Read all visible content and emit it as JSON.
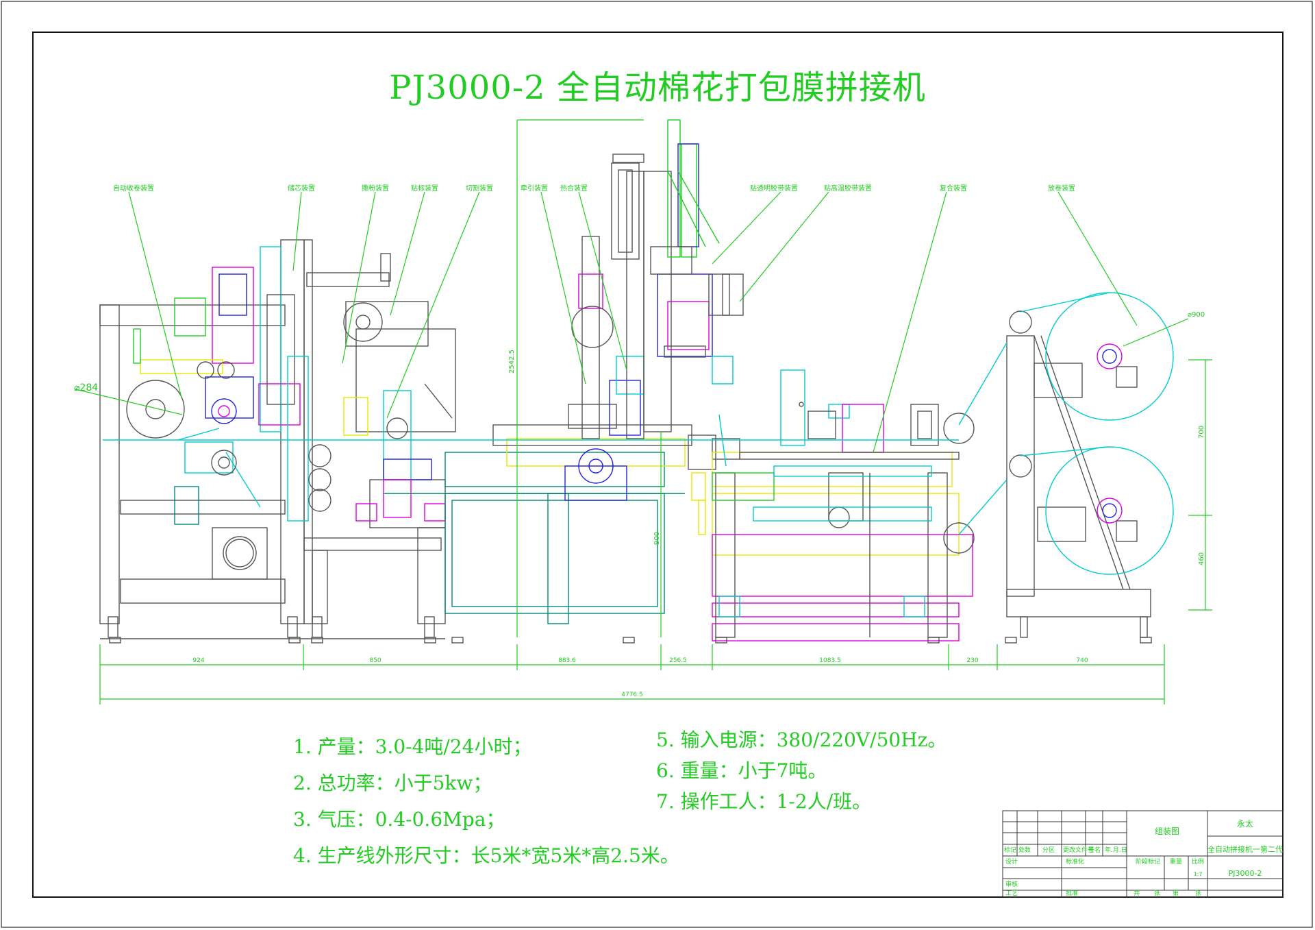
{
  "title": "PJ3000-2 全自动棉花打包膜拼接机",
  "callouts": {
    "c1": "自动收卷装置",
    "c2": "储芯装置",
    "c3": "撒粉装置",
    "c4": "贴标装置",
    "c5": "切割装置",
    "c6": "牵引装置",
    "c7": "热合装置",
    "c8": "贴透明胶带装置",
    "c9": "贴高温胶带装置",
    "c10": "复合装置",
    "c11": "放卷装置"
  },
  "dimensions": {
    "d_284": "⌀284",
    "d_900": "⌀900",
    "d_2542": "2542.5",
    "d_900v": "900",
    "d_700": "700",
    "d_460": "460",
    "d_924": "924",
    "d_850": "850",
    "d_883": "883.6",
    "d_256": "256.5",
    "d_1083": "1083.5",
    "d_230": "230",
    "d_740": "740",
    "d_total": "4776.5"
  },
  "specs": {
    "s1": "1. 产量：3.0-4吨/24小时；",
    "s2": "2. 总功率：小于5kw；",
    "s3": "3. 气压：0.4-0.6Mpa；",
    "s4": "4. 生产线外形尺寸：长5米*宽5米*高2.5米。",
    "s5": "5. 输入电源：380/220V/50Hz。",
    "s6": "6. 重量：小于7吨。",
    "s7": "7. 操作工人：1-2人/班。"
  },
  "title_block": {
    "drawing_type": "组装图",
    "company": "永太",
    "product_name": "全自动拼接机一第二代",
    "drawing_no": "PJ3000-2",
    "scale": "1:7",
    "h_mark": "标记",
    "h_count": "处数",
    "h_zone": "分区",
    "h_docno": "更改文件号",
    "h_sign": "签名",
    "h_date": "年.月.日",
    "r_design": "设计",
    "r_standard": "标准化",
    "r_stage": "阶段标记",
    "r_weight": "重量",
    "r_scale": "比例",
    "r_check": "审核",
    "r_process": "工艺",
    "r_approve": "批准",
    "r_total": "共",
    "r_sheets": "张",
    "r_no": "第",
    "r_sheet": "张"
  },
  "colors": {
    "green": "#22cc22",
    "cyan": "#00cccc",
    "magenta": "#dd00dd",
    "blue": "#2222dd",
    "yellow": "#e6e600",
    "teal": "#008877",
    "gray": "#555555"
  }
}
